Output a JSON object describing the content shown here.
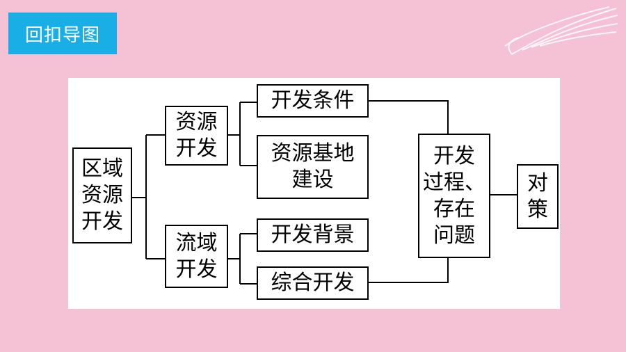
{
  "header": {
    "title": "回扣导图"
  },
  "decoration": {
    "icon": "wing-icon"
  },
  "diagram": {
    "root": "区域\n资源\n开发",
    "branch_resource": "资源\n开发",
    "branch_river": "流域\n开发",
    "resource_items": [
      "开发条件",
      "资源基地\n建设"
    ],
    "river_items": [
      "开发背景",
      "综合开发"
    ],
    "process": "开发\n过程、\n存在\n问题",
    "result": "对\n策"
  }
}
